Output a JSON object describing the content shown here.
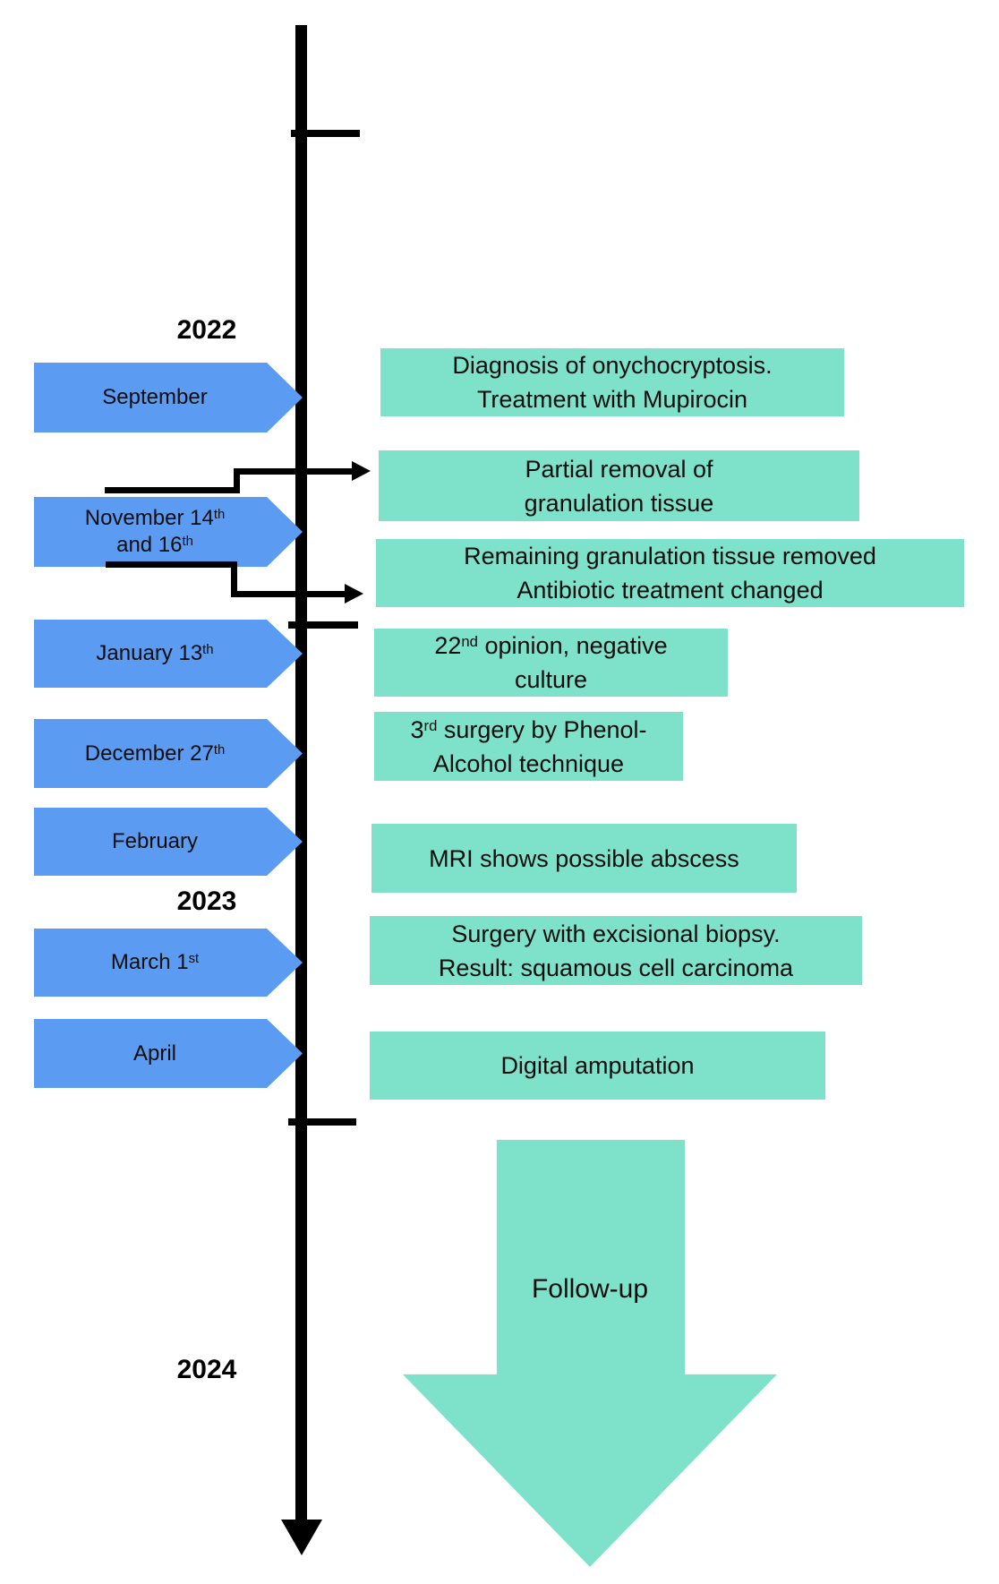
{
  "diagram": {
    "type": "vertical-medical-timeline",
    "colors": {
      "date_arrow_blue": "#5B9CF2",
      "event_box_teal": "#7EE2CA",
      "timeline_black": "#000000"
    },
    "years": [
      {
        "label": "2022"
      },
      {
        "label": "2023"
      },
      {
        "label": "2024"
      }
    ],
    "date_markers": [
      {
        "label": "September"
      },
      {
        "line1": "November 14th",
        "line2": "and 16th"
      },
      {
        "label": "January 13th"
      },
      {
        "label": "December 27th"
      },
      {
        "label": "February"
      },
      {
        "label": "March 1st"
      },
      {
        "label": "April"
      }
    ],
    "event_boxes": [
      {
        "line1": "Diagnosis of onychocryptosis.",
        "line2": "Treatment with Mupirocin"
      },
      {
        "line1": "Partial removal of",
        "line2": "granulation tissue"
      },
      {
        "line1": "Remaining granulation tissue removed",
        "line2": "Antibiotic treatment changed"
      },
      {
        "line1": "22nd opinion, negative",
        "line2": "culture"
      },
      {
        "line1": "3rd surgery by Phenol-",
        "line2": "Alcohol technique"
      },
      {
        "line1": "MRI shows possible abscess"
      },
      {
        "line1": "Surgery with excisional biopsy.",
        "line2": "Result: squamous cell carcinoma"
      },
      {
        "line1": "Digital amputation"
      }
    ],
    "followup_label": "Follow-up"
  }
}
